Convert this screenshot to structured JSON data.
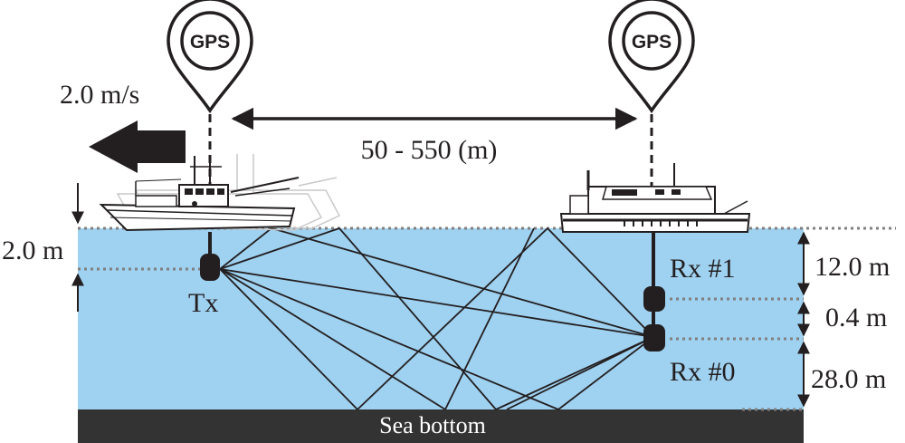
{
  "gps_left": "GPS",
  "gps_right": "GPS",
  "speed": "2.0 m/s",
  "distance": "50 - 550 (m)",
  "tx_depth": "2.0 m",
  "tx_label": "Tx",
  "rx1_label": "Rx #1",
  "rx0_label": "Rx #0",
  "rx_depth_top": "12.0 m",
  "rx_spacing": "0.4 m",
  "rx_height_bottom": "28.0 m",
  "sea_bottom": "Sea bottom",
  "colors": {
    "water": "#9fd1f0",
    "seabed": "#333333",
    "ink": "#231f20",
    "dotted": "#808080"
  }
}
